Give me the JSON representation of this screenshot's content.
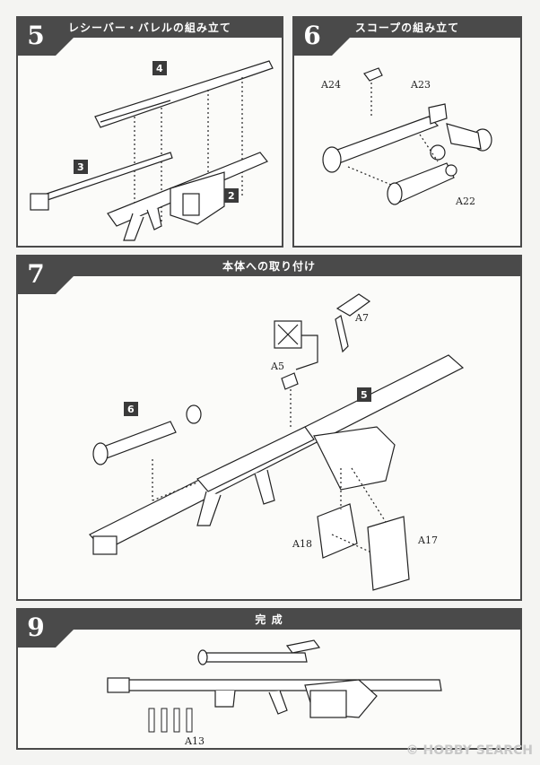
{
  "steps": [
    {
      "number": "5",
      "title": "レシーバー・バレルの組み立て",
      "parts": [
        "4",
        "3",
        "2"
      ]
    },
    {
      "number": "6",
      "title": "スコープの組み立て",
      "parts": [
        "A24",
        "A23",
        "A22"
      ]
    },
    {
      "number": "7",
      "title": "本体への取り付け",
      "parts": [
        "A7",
        "A5",
        "6",
        "5",
        "A18",
        "A17"
      ]
    },
    {
      "number": "9",
      "title": "完 成",
      "parts": [
        "A13"
      ]
    }
  ],
  "watermark": "HOBBY SEARCH",
  "watermark_prefix": "©"
}
